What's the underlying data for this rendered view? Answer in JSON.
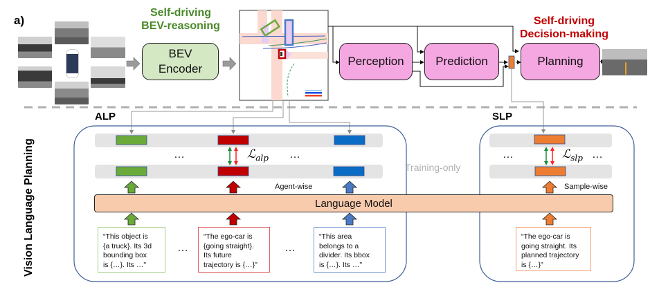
{
  "panel_label": "a)",
  "top": {
    "bev_reasoning_title": [
      "Self-driving",
      "BEV-reasoning"
    ],
    "bev_encoder_label": [
      "BEV",
      "Encoder"
    ],
    "decision_title": [
      "Self-driving",
      "Decision-making"
    ],
    "modules": [
      {
        "name": "perception",
        "label": "Perception"
      },
      {
        "name": "prediction",
        "label": "Prediction"
      },
      {
        "name": "planning",
        "label": "Planning"
      }
    ],
    "camera_views": [
      "front",
      "front-left",
      "front-right",
      "back-left",
      "back-right",
      "back"
    ],
    "colors": {
      "bev_title": "#4a8a2a",
      "decision_title": "#c00000",
      "encoder_fill": "#d5e8c4",
      "module_fill": "#f4a7e0"
    }
  },
  "vlp": {
    "side_title": "Vision Language Planning",
    "training_only": "Training-only",
    "alp": {
      "title": "ALP",
      "loss_label": "ℒ",
      "loss_sub": "alp",
      "wise_label": "Agent-wise",
      "ellipsis": "…",
      "agents": [
        {
          "color": "#6aaa3a",
          "text": [
            "“This object is",
            "{a truck}. Its 3d",
            "bounding box",
            "is {…}. Its …\""
          ],
          "border": "#a8d08d"
        },
        {
          "color": "#c00000",
          "text": [
            "“The ego-car is",
            "{going straight}.",
            "Its future",
            "trajectory is {…}\""
          ],
          "border": "#e06060"
        },
        {
          "color": "#0a6cc4",
          "text": [
            "“This area",
            "belongs to a",
            "divider. Its bbox",
            "is {…}. Its …\""
          ],
          "border": "#7a9ad0"
        }
      ]
    },
    "slp": {
      "title": "SLP",
      "loss_label": "ℒ",
      "loss_sub": "slp",
      "wise_label": "Sample-wise",
      "ellipsis": "…",
      "color": "#ed7d31",
      "text": [
        "“The ego-car is",
        "going straight. Its",
        "planned trajectory",
        "is {…}\""
      ],
      "border": "#f0a070"
    },
    "language_model_label": "Language Model",
    "language_model_fill": "#f8cbad"
  }
}
